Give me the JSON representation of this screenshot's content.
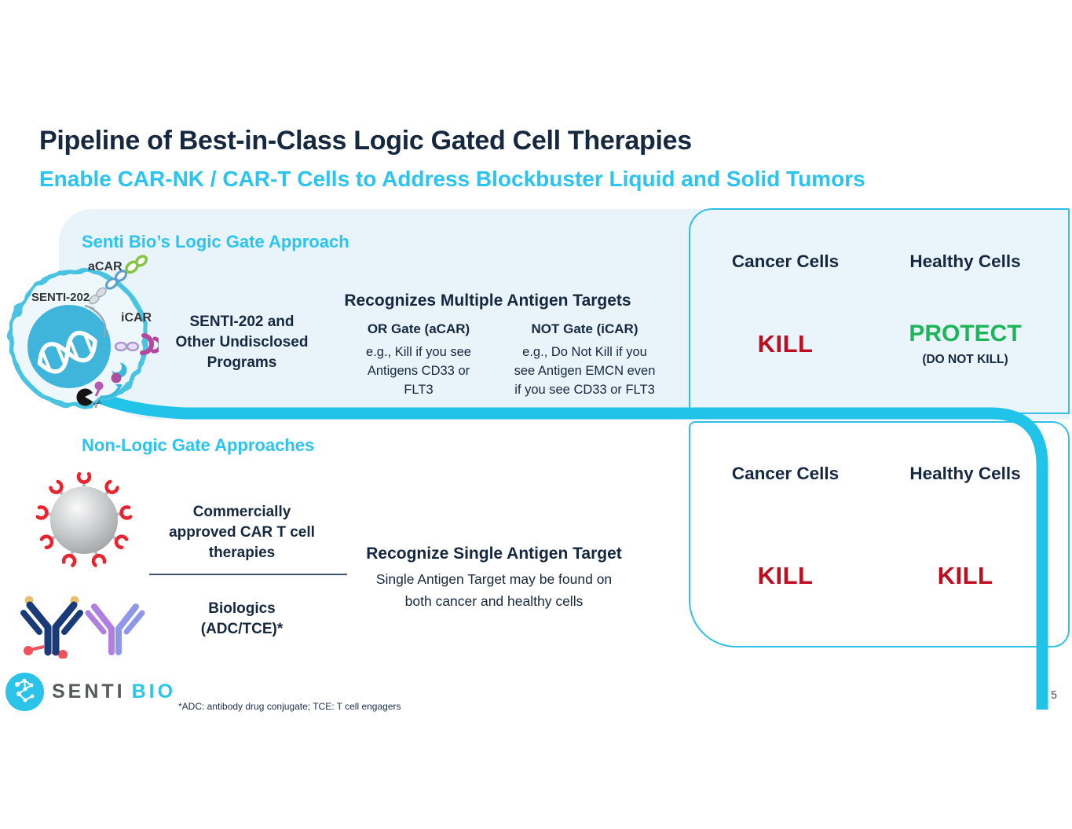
{
  "slide": {
    "title": "Pipeline of Best-in-Class Logic Gated Cell Therapies",
    "subtitle": "Enable CAR-NK / CAR-T Cells to Address Blockbuster Liquid and Solid Tumors",
    "page_number": "5",
    "footnote": "*ADC: antibody drug conjugate; TCE: T cell engagers"
  },
  "logo": {
    "word1": "SENTI",
    "word2": "BIO",
    "mark_icon": "senti-molecule-icon"
  },
  "logic_gate_section": {
    "heading": "Senti Bio’s Logic Gate Approach",
    "cell_labels": {
      "acar": "aCAR",
      "icar": "iCAR",
      "senti202": "SENTI-202"
    },
    "program_lines": [
      "SENTI-202 and",
      "Other Undisclosed",
      "Programs"
    ],
    "recognizes_heading": "Recognizes Multiple Antigen Targets",
    "or_gate": {
      "title": "OR Gate (aCAR)",
      "desc_lines": [
        "e.g., Kill if you see",
        "Antigens CD33 or",
        "FLT3"
      ]
    },
    "not_gate": {
      "title": "NOT Gate (iCAR)",
      "desc_lines": [
        "e.g., Do Not Kill if you",
        "see Antigen EMCN even",
        "if you see CD33 or FLT3"
      ]
    },
    "outcome": {
      "col1": "Cancer Cells",
      "col2": "Healthy Cells",
      "cancer_result": "KILL",
      "healthy_result": "PROTECT",
      "healthy_note": "(DO NOT KILL)"
    }
  },
  "non_logic_section": {
    "heading": "Non-Logic Gate Approaches",
    "car_t_lines": [
      "Commercially",
      "approved CAR T cell",
      "therapies"
    ],
    "biologics_lines": [
      "Biologics",
      "(ADC/TCE)*"
    ],
    "recognize_heading": "Recognize Single Antigen Target",
    "recognize_desc_lines": [
      "Single Antigen Target may be found on",
      "both cancer and healthy cells"
    ],
    "outcome": {
      "col1": "Cancer Cells",
      "col2": "Healthy Cells",
      "cancer_result": "KILL",
      "healthy_result": "KILL"
    }
  },
  "colors": {
    "navy": "#16283f",
    "cyan": "#2bc4ee",
    "accent_line": "#22c3e8",
    "kill_red": "#bd0d1e",
    "protect_green": "#1db45a",
    "panel_blue": "#e8f3fa",
    "box_border": "#2fc0e4"
  }
}
